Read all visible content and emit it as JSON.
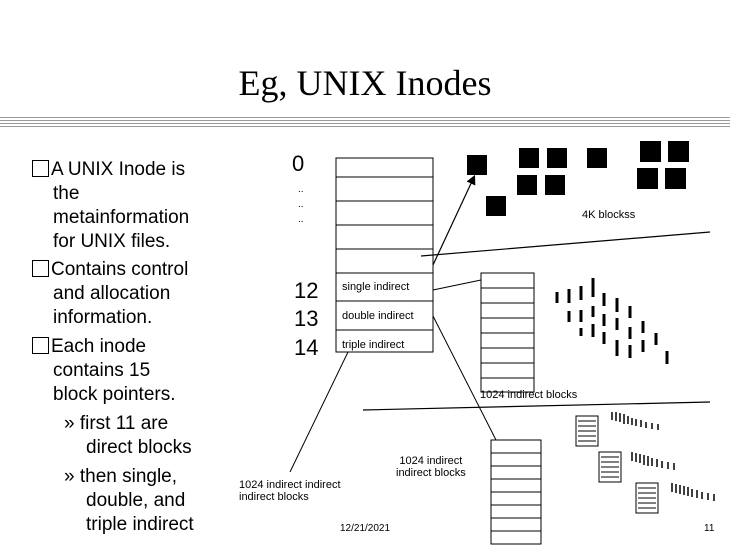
{
  "slide": {
    "title": "Eg, UNIX Inodes",
    "date": "12/21/2021",
    "page_number": "11"
  },
  "bullets": {
    "b1_l1": "A UNIX Inode is",
    "b1_l2": "the",
    "b1_l3": "metainformation",
    "b1_l4": "for UNIX files.",
    "b2_l1": "Contains control",
    "b2_l2": "and allocation",
    "b2_l3": "information.",
    "b3_l1": "Each inode",
    "b3_l2": "contains 15",
    "b3_l3": "block pointers.",
    "s1_l1": "» first 11 are",
    "s1_l2": "direct blocks",
    "s2_l1": "» then single,",
    "s2_l2": "double, and",
    "s2_l3": "triple indirect"
  },
  "diagram": {
    "index_0": "0",
    "dots": "..",
    "index_12": "12",
    "index_13": "13",
    "index_14": "14",
    "single_indirect": "single indirect",
    "double_indirect": "double indirect",
    "triple_indirect": "triple indirect",
    "blocks_4k": "4K blockss",
    "indirect_1024_a": "1024 indirect blocks",
    "indirect_1024_b_l1": "1024 indirect",
    "indirect_1024_b_l2": "indirect blocks",
    "indirect_1024_c_l1": "1024 indirect indirect",
    "indirect_1024_c_l2": "indirect blocks"
  }
}
